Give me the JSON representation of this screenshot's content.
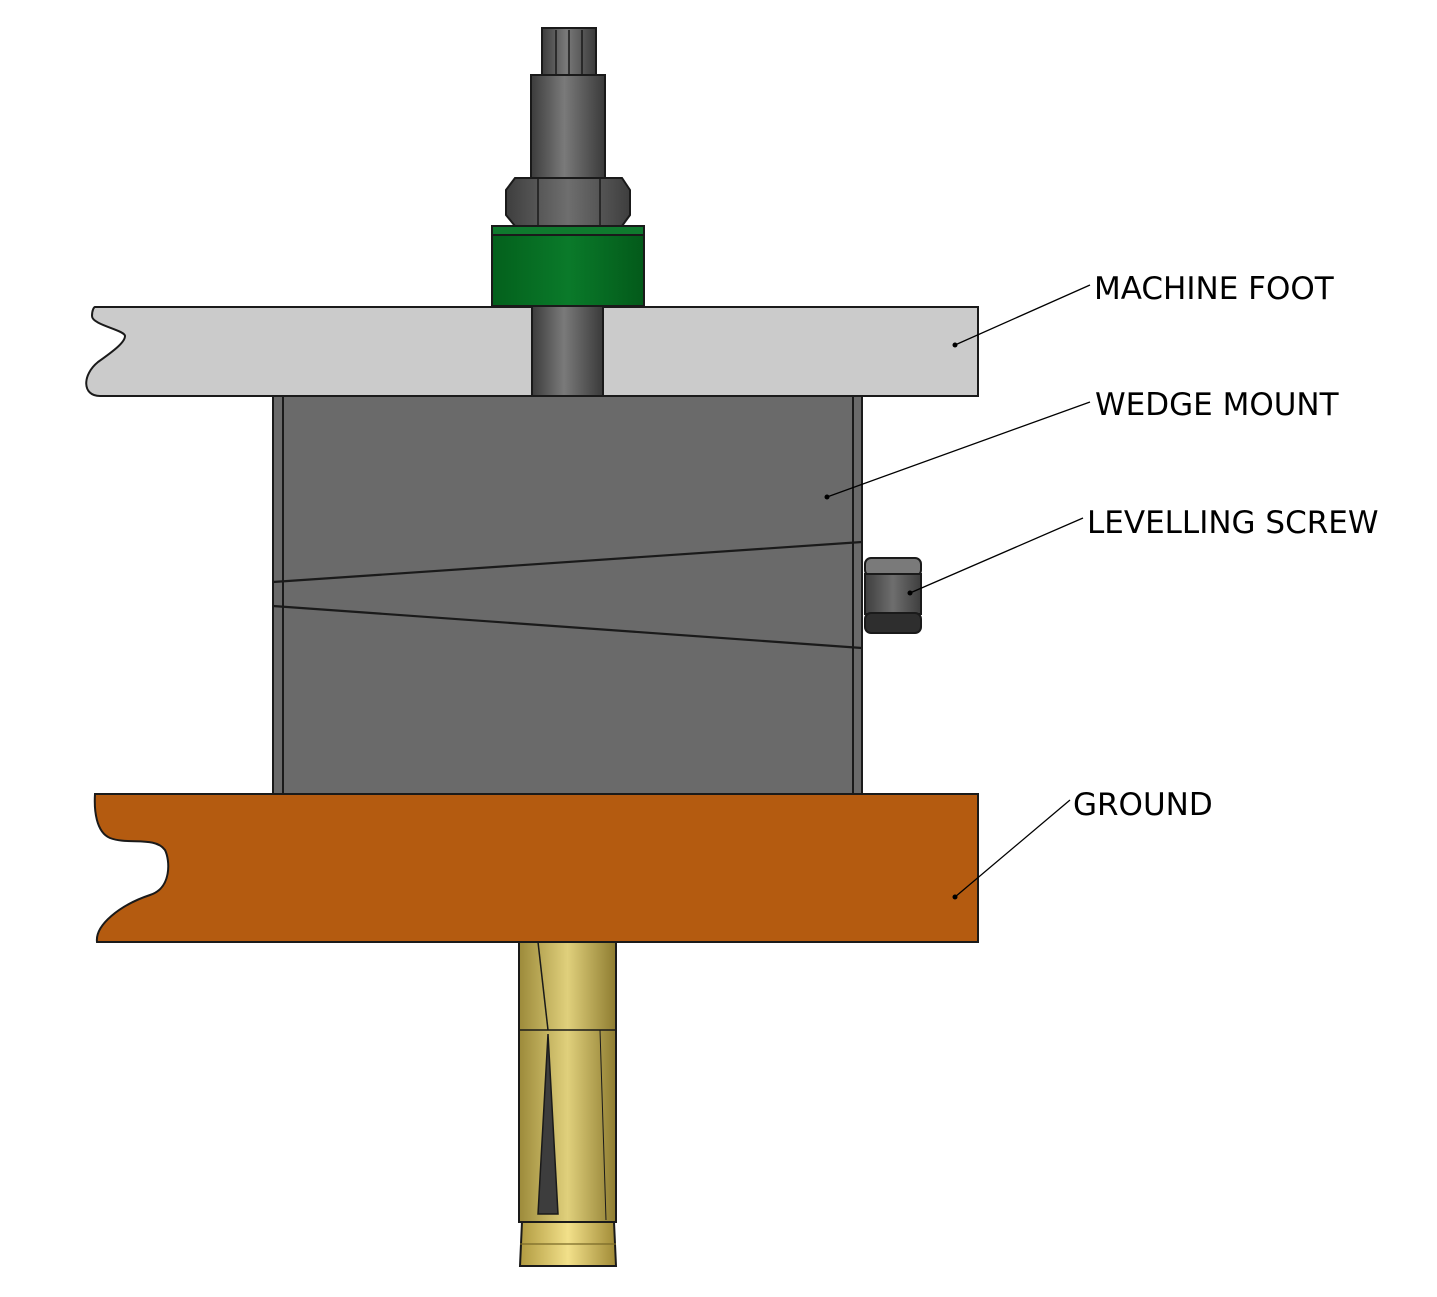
{
  "labels": {
    "machine_foot": "MACHINE FOOT",
    "wedge_mount": "WEDGE MOUNT",
    "levelling_screw": "LEVELLING SCREW",
    "ground": "GROUND"
  },
  "colors": {
    "machine_foot": "#cbcbcb",
    "wedge_mount": "#6a6a6a",
    "washer": "#047022",
    "ground": "#b45b10",
    "anchor_bolt": "#c8b45a",
    "stud": "#5f5f5f",
    "nut": "#5a5a5a"
  }
}
